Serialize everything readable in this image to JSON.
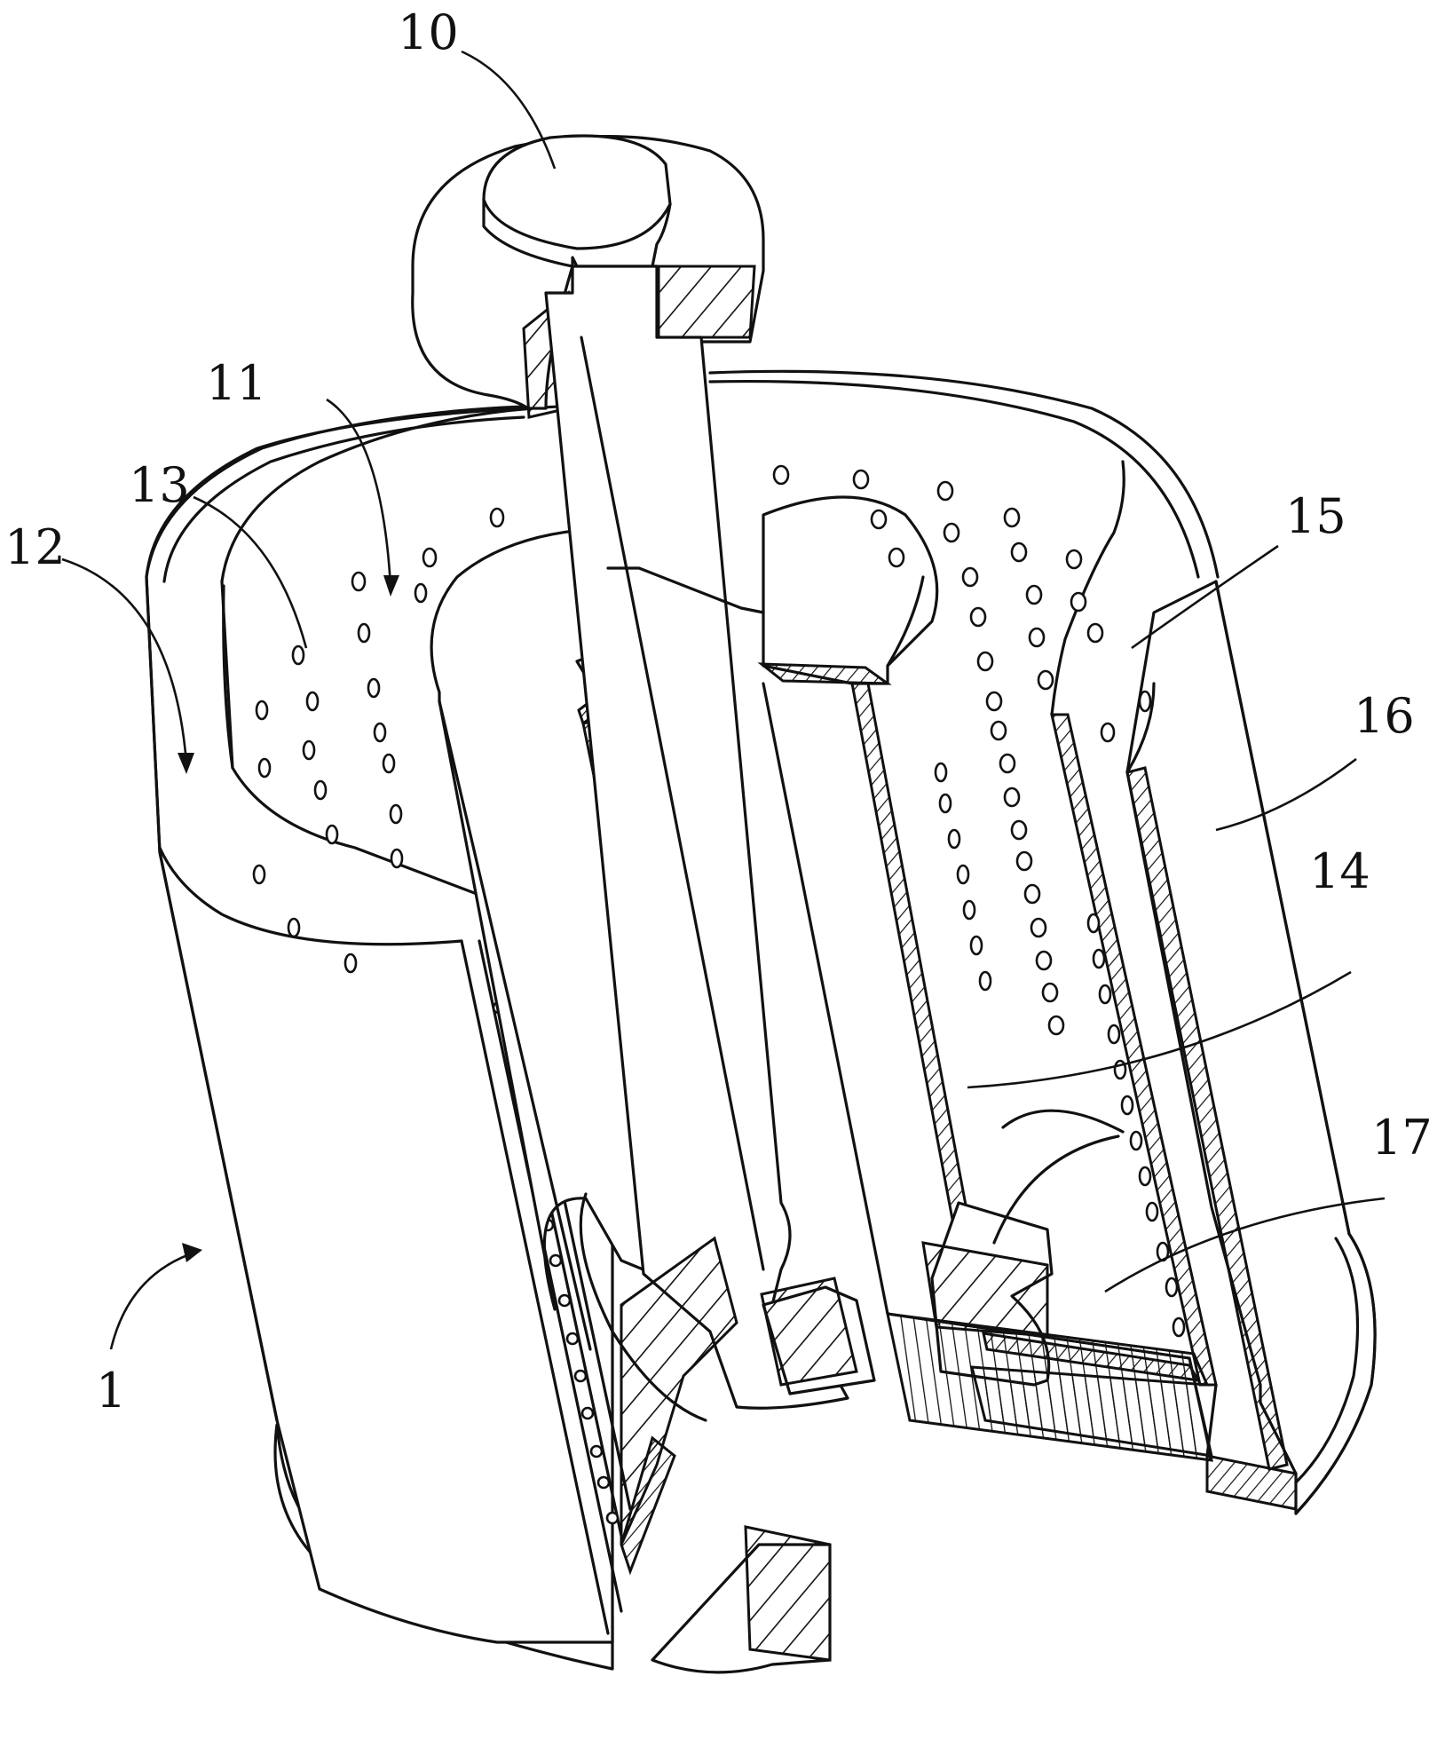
{
  "labels": {
    "l10": "10",
    "l11": "11",
    "l12": "12",
    "l13": "13",
    "l14": "14",
    "l15": "15",
    "l16": "16",
    "l17": "17",
    "l1": "1"
  }
}
